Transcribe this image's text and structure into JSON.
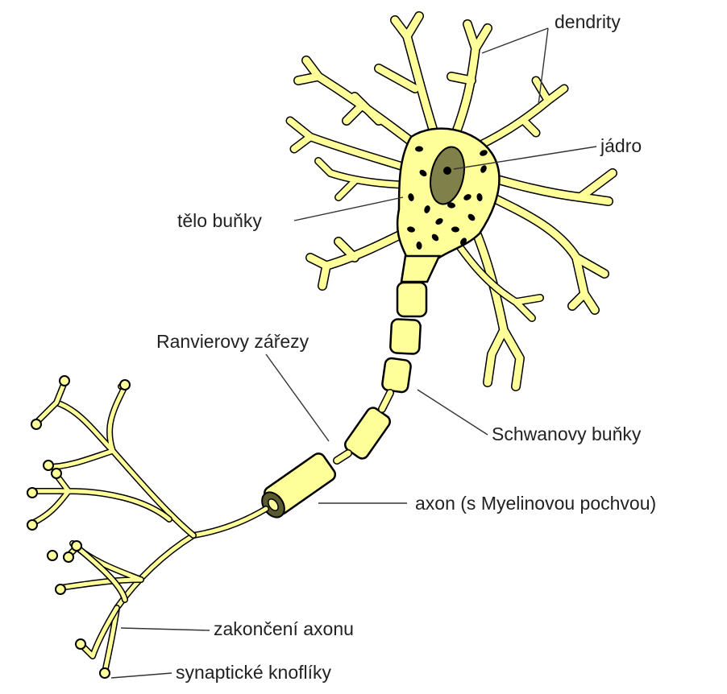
{
  "diagram": {
    "labels": {
      "dendrity": "dendrity",
      "jadro": "jádro",
      "telo_bunky": "tělo buňky",
      "ranvierovy_zarezy": "Ranvierovy zářezy",
      "schwanovy_bunky": "Schwanovy buňky",
      "axon": "axon (s Myelinovou pochvou)",
      "zakonceni_axonu": "zakončení axonu",
      "synapticke_knofliky": "synaptické knoflíky"
    },
    "colors": {
      "cell_fill": "#ffff99",
      "nucleus_fill": "#80804a",
      "outline": "#000000",
      "label_text": "#222222",
      "myelin_dark": "#5a5a30"
    }
  }
}
